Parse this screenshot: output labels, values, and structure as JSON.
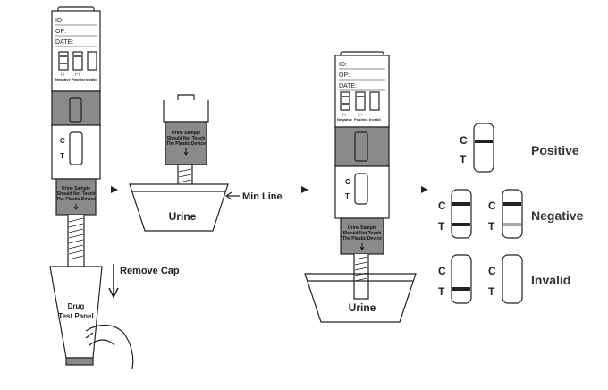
{
  "device": {
    "id_label": "ID:",
    "op_label": "OP:",
    "date_label": "DATE:",
    "mini_result_labels": [
      "Negative",
      "Positive",
      "Invalid"
    ],
    "mini_result_signs": [
      "(-)",
      "(+)",
      ""
    ],
    "c_label": "C",
    "t_label": "T",
    "warning_lines": [
      "Urine Sample",
      "Should Not Touch",
      "The Plastic Device"
    ]
  },
  "cup_labels": {
    "urine": "Urine",
    "min_line": "Min Line"
  },
  "cap_step": {
    "remove_cap": "Remove Cap",
    "cap_text_lines": [
      "Drug",
      "Test Panel"
    ]
  },
  "results": {
    "positive": "Positive",
    "negative": "Negative",
    "invalid": "Invalid",
    "c": "C",
    "t": "T"
  },
  "colors": {
    "ink": "#222222",
    "gray_band": "#8a8a8a",
    "faint_line": "#aaaaaa"
  }
}
